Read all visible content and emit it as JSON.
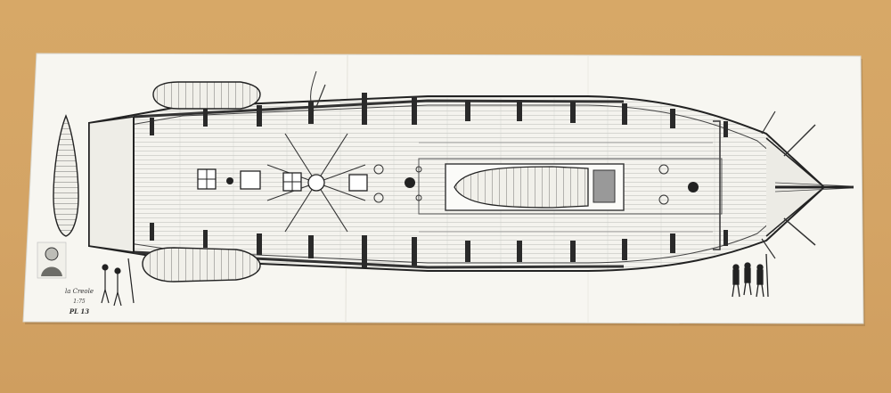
{
  "scene": {
    "subject": "ship-deck-plan",
    "background_color": "#d5a666",
    "paper_color": "#f7f6f1",
    "ink_color": "#2a2a2a"
  },
  "caption": {
    "title": "la Creole",
    "scale": "1:75",
    "plate": "PL 13"
  }
}
